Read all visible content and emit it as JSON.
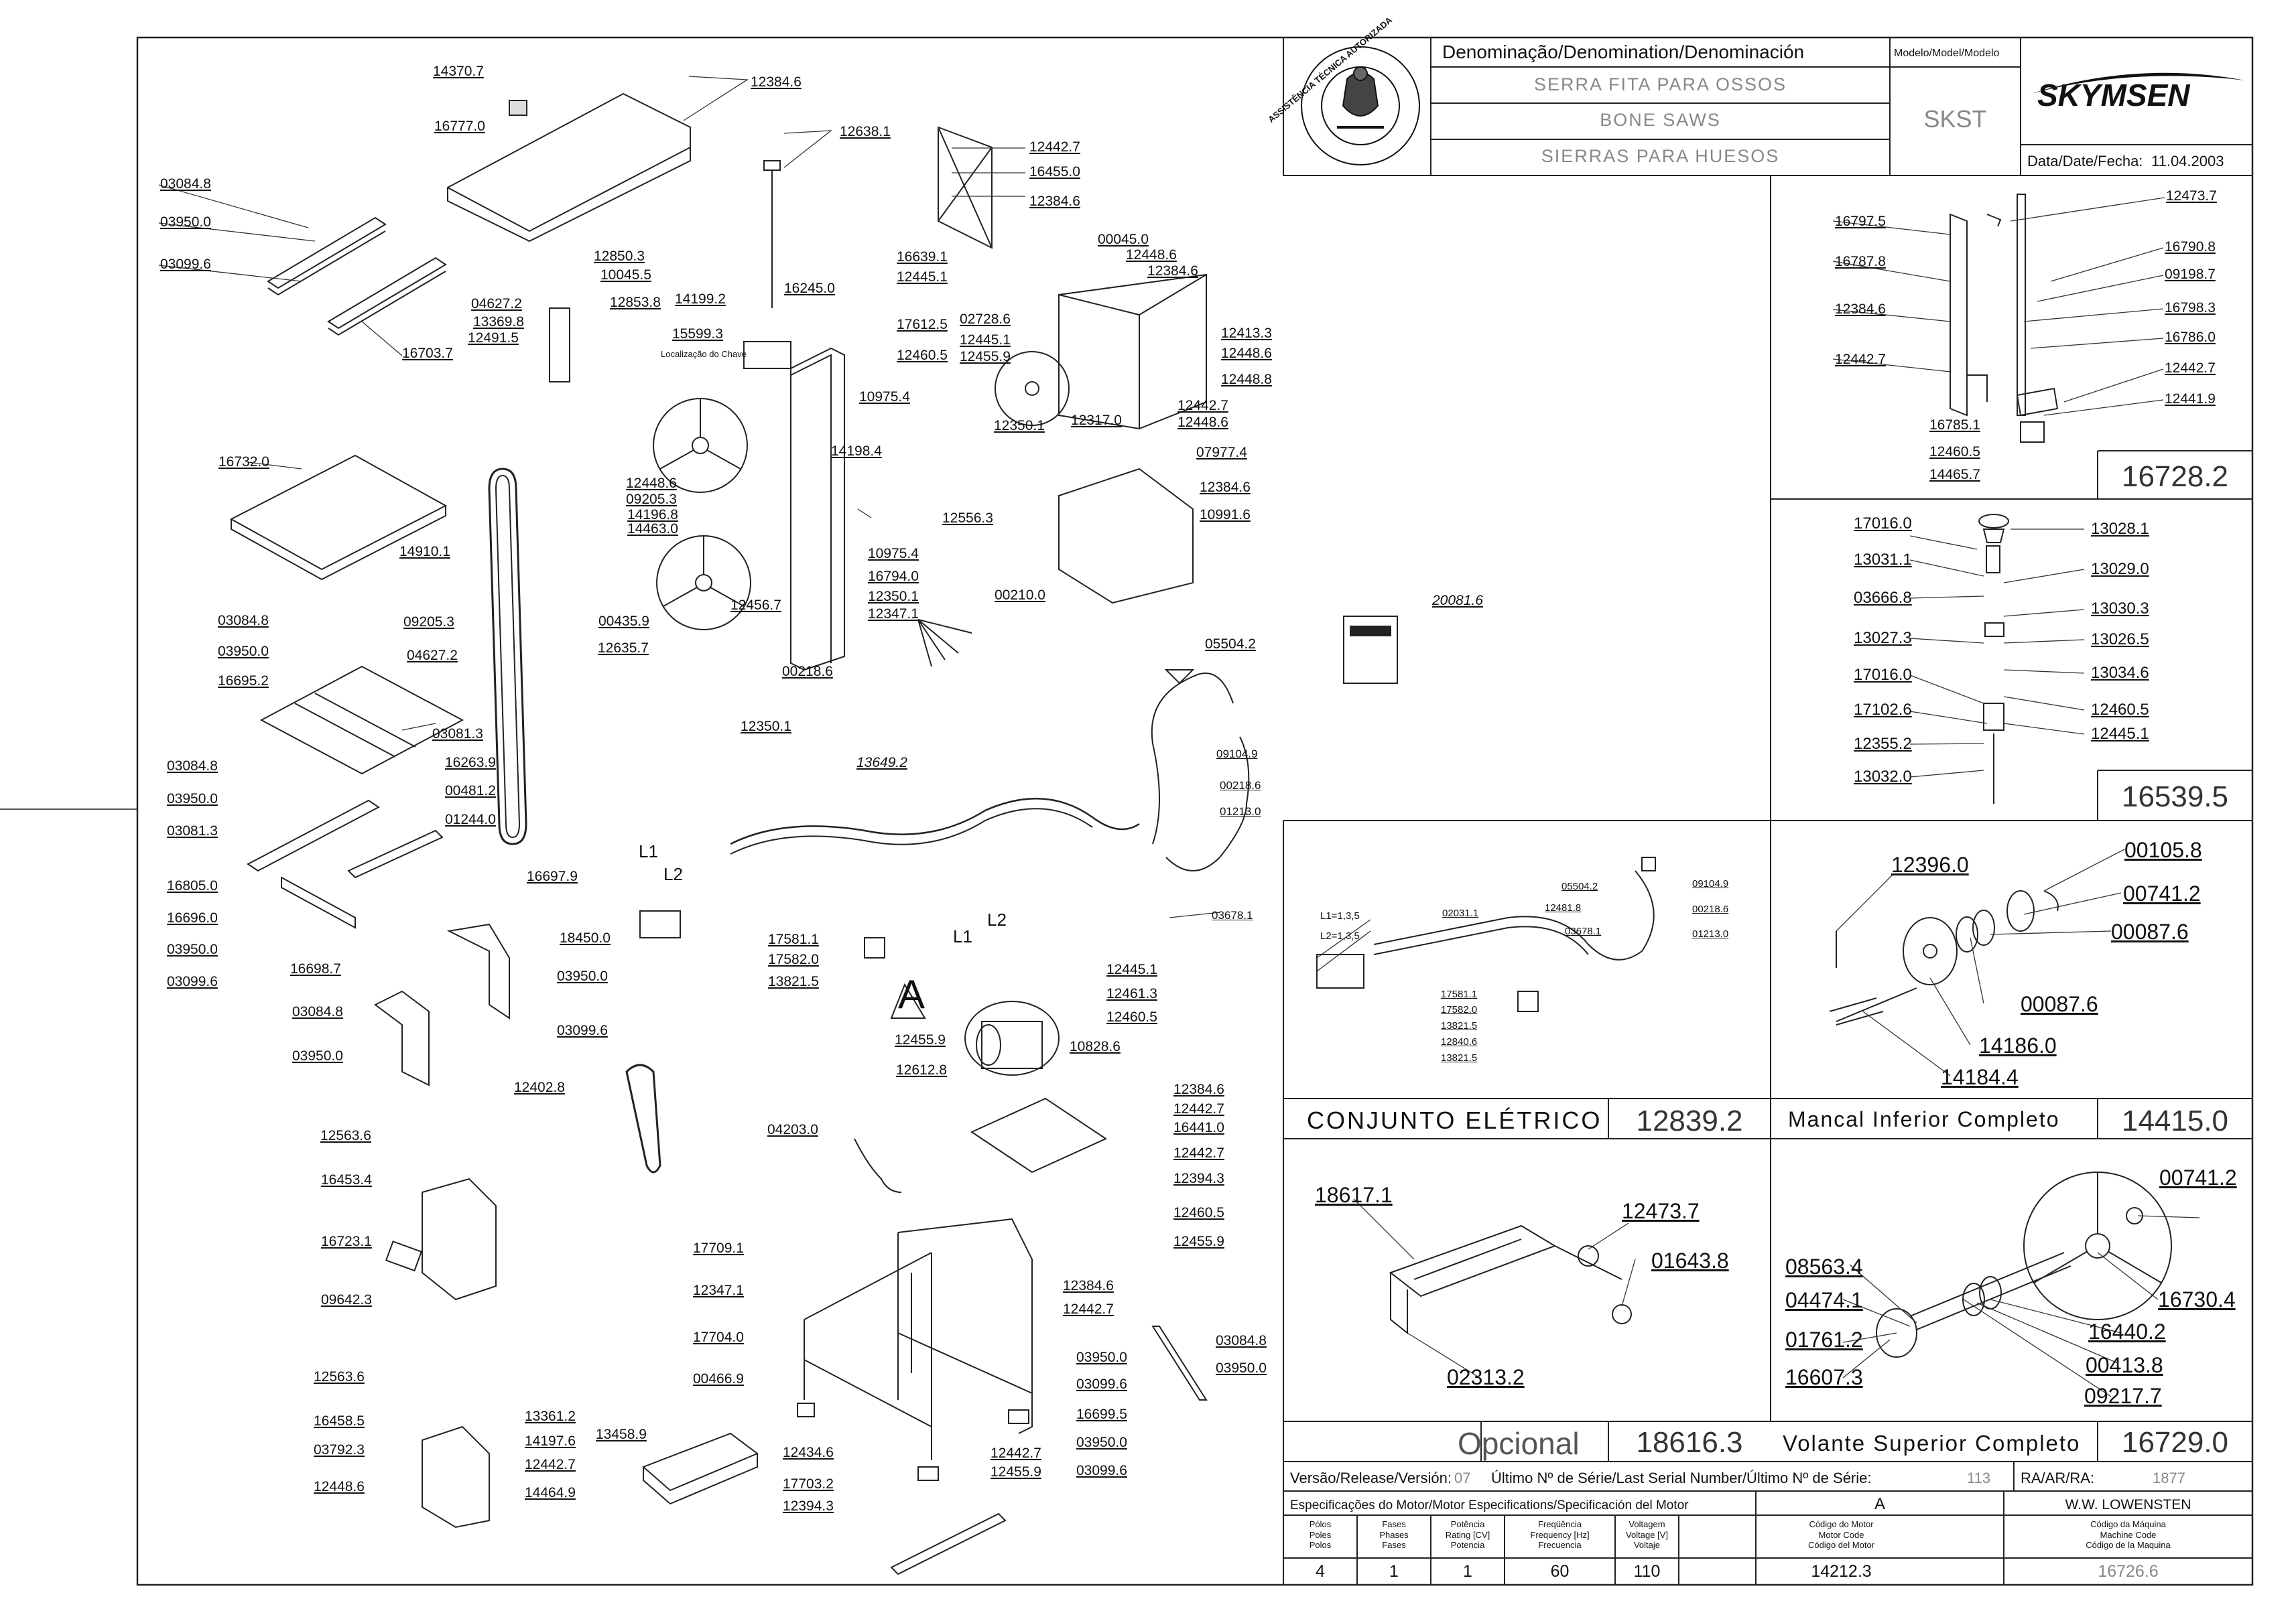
{
  "title_block": {
    "denomination_header": "Denominação/Denomination/Denominación",
    "name_pt": "SERRA FITA PARA OSSOS",
    "name_en": "BONE SAWS",
    "name_es": "SIERRAS PARA HUESOS",
    "model_header": "Modelo/Model/Modelo",
    "model": "SKST",
    "brand": "SKYMSEN",
    "date_label": "Data/Date/Fecha:",
    "date": "11.04.2003",
    "seal_text": "ASSISTÊNCIA TÉCNICA AUTORIZADA"
  },
  "sub_assemblies": [
    {
      "title": "",
      "code": "16728.2"
    },
    {
      "title": "",
      "code": "16539.5"
    },
    {
      "title": "CONJUNTO ELÉTRICO",
      "code": "12839.2"
    },
    {
      "title": "Mancal Inferior Completo",
      "code": "14415.0"
    },
    {
      "title": "Opcional",
      "code": "18616.3"
    },
    {
      "title": "Volante Superior Completo",
      "code": "16729.0"
    }
  ],
  "revision": {
    "version_label": "Versão/Release/Versión:",
    "version": "07",
    "serial_label": "Último Nº de Série/Last Serial Number/Último Nº de Série:",
    "serial": "113",
    "ra_label": "RA/AR/RA:",
    "ra": "1877"
  },
  "motor_spec": {
    "header": "Especificações do Motor/Motor Especifications/Specificación del Motor",
    "motor_letter": "A",
    "manufacturer": "W.W. LOWENSTEN",
    "columns": [
      {
        "label": "Pólos\nPoles\nPolos",
        "value": "4"
      },
      {
        "label": "Fases\nPhases\nFases",
        "value": "1"
      },
      {
        "label": "Potência\nRating [CV]\nPotencia",
        "value": "1"
      },
      {
        "label": "Freqüência\nFrequency [Hz]\nFrecuencia",
        "value": "60"
      },
      {
        "label": "Voltagem\nVoltage [V]\nVoltaje",
        "value": "110"
      },
      {
        "label": "Código do Motor\nMotor Code\nCódigo del Motor",
        "value": "14212.3"
      },
      {
        "label": "Código da Máquina\nMachine Code\nCódigo de la Maquina",
        "value": "16726.6"
      }
    ]
  },
  "annotations": {
    "brake_location": "Localização do Chave",
    "motor_letter_large": "A",
    "l1": "L1",
    "l2": "L2",
    "l1_wiring": "L1=1,3,5",
    "l2_wiring": "L2=1,3,5"
  },
  "callouts": [
    {
      "id": "c1",
      "text": "14370.7"
    },
    {
      "id": "c2",
      "text": "12384.6"
    },
    {
      "id": "c3",
      "text": "16777.0"
    },
    {
      "id": "c4",
      "text": "12638.1"
    },
    {
      "id": "c5",
      "text": "12442.7"
    },
    {
      "id": "c6",
      "text": "16455.0"
    },
    {
      "id": "c7",
      "text": "12384.6"
    },
    {
      "id": "c8",
      "text": "03084.8"
    },
    {
      "id": "c9",
      "text": "03950.0"
    },
    {
      "id": "c10",
      "text": "03099.6"
    },
    {
      "id": "c11",
      "text": "12850.3"
    },
    {
      "id": "c12",
      "text": "10045.5"
    },
    {
      "id": "c13",
      "text": "04627.2"
    },
    {
      "id": "c14",
      "text": "12853.8"
    },
    {
      "id": "c15",
      "text": "13369.8"
    },
    {
      "id": "c16",
      "text": "12491.5"
    },
    {
      "id": "c17",
      "text": "16703.7"
    },
    {
      "id": "c18",
      "text": "14199.2"
    },
    {
      "id": "c19",
      "text": "15599.3"
    },
    {
      "id": "c20",
      "text": "16639.1"
    },
    {
      "id": "c21",
      "text": "12445.1"
    },
    {
      "id": "c22",
      "text": "16245.0"
    },
    {
      "id": "c23",
      "text": "17612.5"
    },
    {
      "id": "c24",
      "text": "12460.5"
    },
    {
      "id": "c25",
      "text": "02728.6"
    },
    {
      "id": "c26",
      "text": "12445.1"
    },
    {
      "id": "c27",
      "text": "12455.9"
    },
    {
      "id": "c28",
      "text": "00045.0"
    },
    {
      "id": "c29",
      "text": "12448.6"
    },
    {
      "id": "c30",
      "text": "12384.6"
    },
    {
      "id": "c31",
      "text": "12413.3"
    },
    {
      "id": "c32",
      "text": "12448.6"
    },
    {
      "id": "c33",
      "text": "12448.8"
    },
    {
      "id": "c34",
      "text": "12442.7"
    },
    {
      "id": "c35",
      "text": "12448.6"
    },
    {
      "id": "c36",
      "text": "12317.0"
    },
    {
      "id": "c37",
      "text": "12350.1"
    },
    {
      "id": "c38",
      "text": "10975.4"
    },
    {
      "id": "c39",
      "text": "14198.4"
    },
    {
      "id": "c40",
      "text": "07977.4"
    },
    {
      "id": "c41",
      "text": "12384.6"
    },
    {
      "id": "c42",
      "text": "10991.6"
    },
    {
      "id": "c43",
      "text": "16732.0"
    },
    {
      "id": "c44",
      "text": "12448.6"
    },
    {
      "id": "c45",
      "text": "09205.3"
    },
    {
      "id": "c46",
      "text": "14196.8"
    },
    {
      "id": "c47",
      "text": "14463.0"
    },
    {
      "id": "c48",
      "text": "12556.3"
    },
    {
      "id": "c49",
      "text": "14910.1"
    },
    {
      "id": "c50",
      "text": "10975.4"
    },
    {
      "id": "c51",
      "text": "16794.0"
    },
    {
      "id": "c52",
      "text": "12350.1"
    },
    {
      "id": "c53",
      "text": "12347.1"
    },
    {
      "id": "c54",
      "text": "12456.7"
    },
    {
      "id": "c55",
      "text": "00435.9"
    },
    {
      "id": "c56",
      "text": "12635.7"
    },
    {
      "id": "c57",
      "text": "00210.0"
    },
    {
      "id": "c58",
      "text": "00218.6"
    },
    {
      "id": "c59",
      "text": "12350.1"
    },
    {
      "id": "c60",
      "text": "03084.8"
    },
    {
      "id": "c61",
      "text": "09205.3"
    },
    {
      "id": "c62",
      "text": "03950.0"
    },
    {
      "id": "c63",
      "text": "04627.2"
    },
    {
      "id": "c64",
      "text": "16695.2"
    },
    {
      "id": "c65",
      "text": "03081.3"
    },
    {
      "id": "c66",
      "text": "05504.2"
    },
    {
      "id": "c67",
      "text": "09104.9"
    },
    {
      "id": "c68",
      "text": "00218.6"
    },
    {
      "id": "c69",
      "text": "01213.0"
    },
    {
      "id": "c70",
      "text": "03678.1"
    },
    {
      "id": "c71",
      "text": "13649.2"
    },
    {
      "id": "c72",
      "text": "03084.8"
    },
    {
      "id": "c73",
      "text": "16263.9"
    },
    {
      "id": "c74",
      "text": "03950.0"
    },
    {
      "id": "c75",
      "text": "00481.2"
    },
    {
      "id": "c76",
      "text": "01244.0"
    },
    {
      "id": "c77",
      "text": "03081.3"
    },
    {
      "id": "c78",
      "text": "16805.0"
    },
    {
      "id": "c79",
      "text": "16696.0"
    },
    {
      "id": "c80",
      "text": "03950.0"
    },
    {
      "id": "c81",
      "text": "03099.6"
    },
    {
      "id": "c82",
      "text": "16697.9"
    },
    {
      "id": "c83",
      "text": "18450.0"
    },
    {
      "id": "c84",
      "text": "03950.0"
    },
    {
      "id": "c85",
      "text": "03099.6"
    },
    {
      "id": "c86",
      "text": "17581.1"
    },
    {
      "id": "c87",
      "text": "17582.0"
    },
    {
      "id": "c88",
      "text": "13821.5"
    },
    {
      "id": "c89",
      "text": "12445.1"
    },
    {
      "id": "c90",
      "text": "12461.3"
    },
    {
      "id": "c91",
      "text": "12460.5"
    },
    {
      "id": "c92",
      "text": "16698.7"
    },
    {
      "id": "c93",
      "text": "03084.8"
    },
    {
      "id": "c94",
      "text": "03950.0"
    },
    {
      "id": "c95",
      "text": "12455.9"
    },
    {
      "id": "c96",
      "text": "10828.6"
    },
    {
      "id": "c97",
      "text": "12612.8"
    },
    {
      "id": "c98",
      "text": "12402.8"
    },
    {
      "id": "c99",
      "text": "12384.6"
    },
    {
      "id": "c100",
      "text": "12442.7"
    },
    {
      "id": "c101",
      "text": "16441.0"
    },
    {
      "id": "c102",
      "text": "12442.7"
    },
    {
      "id": "c103",
      "text": "12394.3"
    },
    {
      "id": "c104",
      "text": "12563.6"
    },
    {
      "id": "c105",
      "text": "04203.0"
    },
    {
      "id": "c106",
      "text": "12460.5"
    },
    {
      "id": "c107",
      "text": "12455.9"
    },
    {
      "id": "c108",
      "text": "16453.4"
    },
    {
      "id": "c109",
      "text": "16723.1"
    },
    {
      "id": "c110",
      "text": "09642.3"
    },
    {
      "id": "c111",
      "text": "17709.1"
    },
    {
      "id": "c112",
      "text": "12347.1"
    },
    {
      "id": "c113",
      "text": "12384.6"
    },
    {
      "id": "c114",
      "text": "12442.7"
    },
    {
      "id": "c115",
      "text": "17704.0"
    },
    {
      "id": "c116",
      "text": "00466.9"
    },
    {
      "id": "c117",
      "text": "03950.0"
    },
    {
      "id": "c118",
      "text": "03099.6"
    },
    {
      "id": "c119",
      "text": "03084.8"
    },
    {
      "id": "c120",
      "text": "03950.0"
    },
    {
      "id": "c121",
      "text": "16699.5"
    },
    {
      "id": "c122",
      "text": "03950.0"
    },
    {
      "id": "c123",
      "text": "03099.6"
    },
    {
      "id": "c124",
      "text": "12563.6"
    },
    {
      "id": "c125",
      "text": "16458.5"
    },
    {
      "id": "c126",
      "text": "13361.2"
    },
    {
      "id": "c127",
      "text": "03792.3"
    },
    {
      "id": "c128",
      "text": "14197.6"
    },
    {
      "id": "c129",
      "text": "12442.7"
    },
    {
      "id": "c130",
      "text": "12448.6"
    },
    {
      "id": "c131",
      "text": "14464.9"
    },
    {
      "id": "c132",
      "text": "13458.9"
    },
    {
      "id": "c133",
      "text": "12434.6"
    },
    {
      "id": "c134",
      "text": "12442.7"
    },
    {
      "id": "c135",
      "text": "12455.9"
    },
    {
      "id": "c136",
      "text": "17703.2"
    },
    {
      "id": "c137",
      "text": "12394.3"
    },
    {
      "id": "c138",
      "text": "20081.6"
    },
    {
      "id": "p1",
      "text": "16797.5"
    },
    {
      "id": "p2",
      "text": "12473.7"
    },
    {
      "id": "p3",
      "text": "16787.8"
    },
    {
      "id": "p4",
      "text": "16790.8"
    },
    {
      "id": "p5",
      "text": "09198.7"
    },
    {
      "id": "p6",
      "text": "12384.6"
    },
    {
      "id": "p7",
      "text": "16798.3"
    },
    {
      "id": "p8",
      "text": "12442.7"
    },
    {
      "id": "p9",
      "text": "16786.0"
    },
    {
      "id": "p10",
      "text": "12442.7"
    },
    {
      "id": "p11",
      "text": "12441.9"
    },
    {
      "id": "p12",
      "text": "16785.1"
    },
    {
      "id": "p13",
      "text": "12460.5"
    },
    {
      "id": "p14",
      "text": "14465.7"
    },
    {
      "id": "q1",
      "text": "17016.0"
    },
    {
      "id": "q2",
      "text": "13028.1"
    },
    {
      "id": "q3",
      "text": "13031.1"
    },
    {
      "id": "q4",
      "text": "13029.0"
    },
    {
      "id": "q5",
      "text": "03666.8"
    },
    {
      "id": "q6",
      "text": "13030.3"
    },
    {
      "id": "q7",
      "text": "13027.3"
    },
    {
      "id": "q8",
      "text": "13026.5"
    },
    {
      "id": "q9",
      "text": "17016.0"
    },
    {
      "id": "q10",
      "text": "13034.6"
    },
    {
      "id": "q11",
      "text": "17102.6"
    },
    {
      "id": "q12",
      "text": "12460.5"
    },
    {
      "id": "q13",
      "text": "12355.2"
    },
    {
      "id": "q14",
      "text": "12445.1"
    },
    {
      "id": "q15",
      "text": "13032.0"
    },
    {
      "id": "e1",
      "text": "05504.2"
    },
    {
      "id": "e2",
      "text": "09104.9"
    },
    {
      "id": "e3",
      "text": "02031.1"
    },
    {
      "id": "e4",
      "text": "12481.8"
    },
    {
      "id": "e5",
      "text": "00218.6"
    },
    {
      "id": "e6",
      "text": "03678.1"
    },
    {
      "id": "e7",
      "text": "01213.0"
    },
    {
      "id": "e8",
      "text": "17581.1"
    },
    {
      "id": "e9",
      "text": "17582.0"
    },
    {
      "id": "e10",
      "text": "13821.5"
    },
    {
      "id": "e11",
      "text": "12840.6"
    },
    {
      "id": "e12",
      "text": "13821.5"
    },
    {
      "id": "m1",
      "text": "12396.0"
    },
    {
      "id": "m2",
      "text": "00105.8"
    },
    {
      "id": "m3",
      "text": "00741.2"
    },
    {
      "id": "m4",
      "text": "00087.6"
    },
    {
      "id": "m5",
      "text": "00087.6"
    },
    {
      "id": "m6",
      "text": "14186.0"
    },
    {
      "id": "m7",
      "text": "14184.4"
    },
    {
      "id": "o1",
      "text": "18617.1"
    },
    {
      "id": "o2",
      "text": "12473.7"
    },
    {
      "id": "o3",
      "text": "01643.8"
    },
    {
      "id": "o4",
      "text": "02313.2"
    },
    {
      "id": "v1",
      "text": "00741.2"
    },
    {
      "id": "v2",
      "text": "08563.4"
    },
    {
      "id": "v3",
      "text": "04474.1"
    },
    {
      "id": "v4",
      "text": "16730.4"
    },
    {
      "id": "v5",
      "text": "01761.2"
    },
    {
      "id": "v6",
      "text": "16440.2"
    },
    {
      "id": "v7",
      "text": "16607.3"
    },
    {
      "id": "v8",
      "text": "00413.8"
    },
    {
      "id": "v9",
      "text": "09217.7"
    }
  ]
}
